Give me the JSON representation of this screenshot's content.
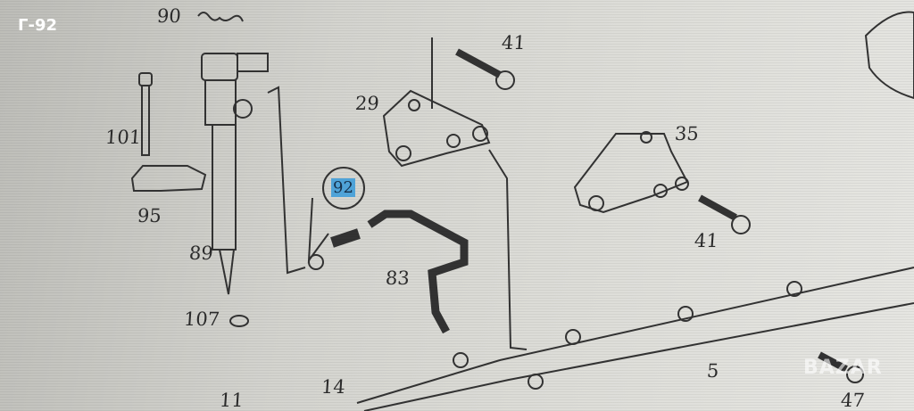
{
  "overlay_tag": "Г-92",
  "watermark": "BAZAR",
  "highlighted_part": "92",
  "part_labels": {
    "p90": "90",
    "p41a": "41",
    "p29": "29",
    "p101": "101",
    "p35": "35",
    "p95": "95",
    "p89": "89",
    "p41b": "41",
    "p83": "83",
    "p107": "107",
    "p5": "5",
    "p14": "14",
    "p11": "11",
    "p47": "47"
  },
  "colors": {
    "highlight": "#4fa3d8",
    "ink": "#2a2a2a"
  }
}
